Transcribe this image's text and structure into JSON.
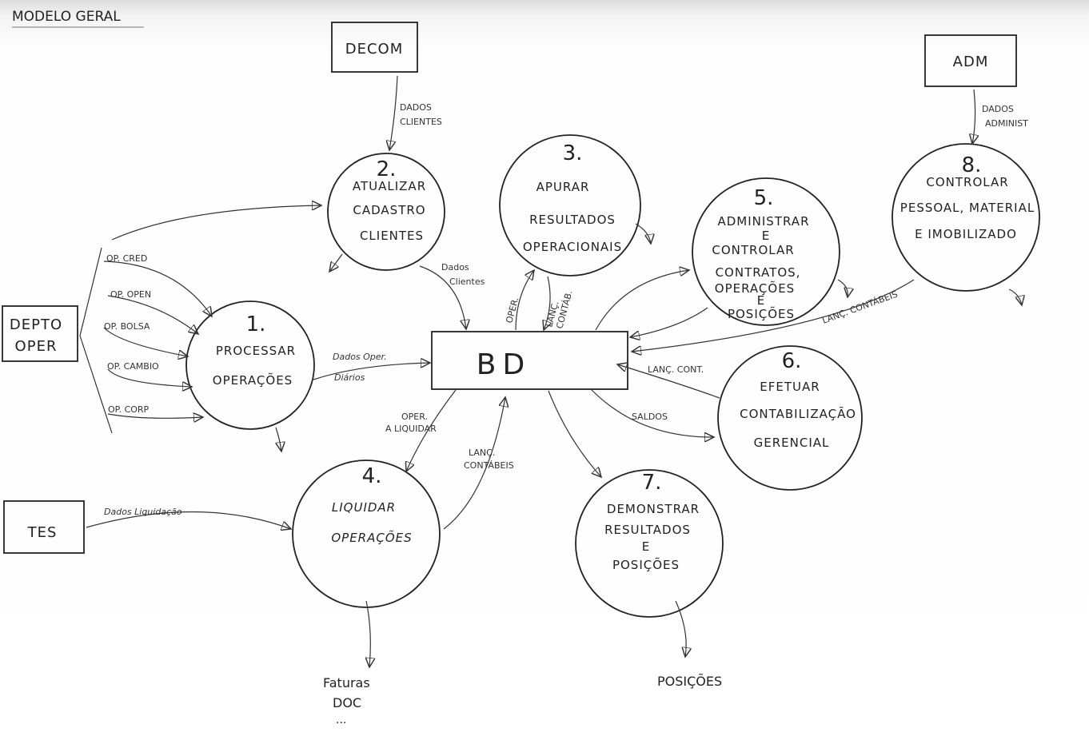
{
  "title": "MODELO GERAL",
  "entities": {
    "decom": "DECOM",
    "adm": "ADM",
    "depto_oper_1": "DEPTO",
    "depto_oper_2": "OPER",
    "tes": "TES"
  },
  "datastore": "BD",
  "processes": [
    {
      "number": "1.",
      "lines": [
        "PROCESSAR",
        "OPERAÇÕES"
      ]
    },
    {
      "number": "2.",
      "lines": [
        "ATUALIZAR",
        "CADASTRO",
        "CLIENTES"
      ]
    },
    {
      "number": "3.",
      "lines": [
        "APURAR",
        "RESULTADOS",
        "OPERACIONAIS"
      ]
    },
    {
      "number": "4.",
      "lines": [
        "LIQUIDAR",
        "OPERAÇÕES"
      ]
    },
    {
      "number": "5.",
      "lines": [
        "ADMINISTRAR",
        "E",
        "CONTROLAR",
        "CONTRATOS,",
        "OPERAÇÕES",
        "E",
        "POSIÇÕES"
      ]
    },
    {
      "number": "6.",
      "lines": [
        "EFETUAR",
        "CONTABILIZAÇÃO",
        "GERENCIAL"
      ]
    },
    {
      "number": "7.",
      "lines": [
        "DEMONSTRAR",
        "RESULTADOS",
        "E",
        "POSIÇÕES"
      ]
    },
    {
      "number": "8.",
      "lines": [
        "CONTROLAR",
        "PESSOAL, MATERIAL",
        "E IMOBILIZADO"
      ]
    }
  ],
  "flows": {
    "decom_clientes_1": "DADOS",
    "decom_clientes_2": "CLIENTES",
    "adm_1": "DADOS",
    "adm_2": "ADMINIST",
    "op_cred": "OP. CRED",
    "op_open": "OP. OPEN",
    "op_bolsa": "OP. BOLSA",
    "op_cambio": "OP. CAMBIO",
    "op_corp": "OP. CORP",
    "dados_oper_1": "Dados Oper.",
    "dados_oper_2": "Diários",
    "dados_clientes_1": "Dados",
    "dados_clientes_2": "Clientes",
    "oper": "OPER.",
    "lanc_contab_1": "LANÇ.",
    "lanc_contab_2": "CONTÁB.",
    "lanc_contabeis_8": "LANÇ. CONTÁBEIS",
    "lanc_cont_6": "LANÇ. CONT.",
    "saldos": "SALDOS",
    "oper_liquidar_1": "OPER.",
    "oper_liquidar_2": "A LIQUIDAR",
    "lanc_contabeis_4_1": "LANÇ.",
    "lanc_contabeis_4_2": "CONTÁBEIS",
    "dados_liquidacao": "Dados Liquidação",
    "faturas": "Faturas",
    "doc": "DOC",
    "ellipsis": "...",
    "posicoes": "POSIÇÕES"
  }
}
